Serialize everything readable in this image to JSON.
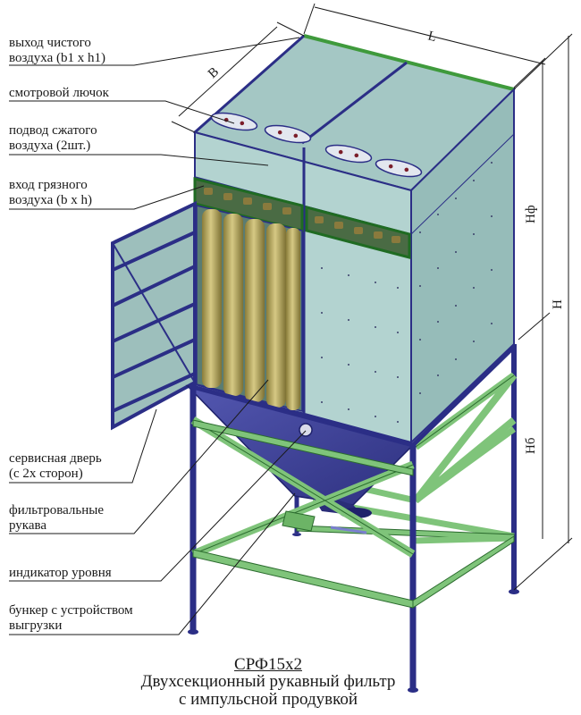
{
  "labels": {
    "clean_air_outlet": [
      "выход чистого",
      "воздуха (b1 x h1)"
    ],
    "inspection_hatch": "смотровой лючок",
    "compressed_air": [
      "подвод сжатого",
      "воздуха (2шт.)"
    ],
    "dirty_air_inlet": [
      "вход грязного",
      "воздуха (b x h)"
    ],
    "service_door": [
      "сервисная дверь",
      "(с 2х сторон)"
    ],
    "filter_bags": [
      "фильтровальные",
      "рукава"
    ],
    "level_indicator": "индикатор уровня",
    "hopper": [
      "бункер с устройством",
      "выгрузки"
    ]
  },
  "dimensions": {
    "width": "B",
    "length": "L",
    "filter_height": "Нф",
    "total_height": "Н",
    "base_height": "Нб"
  },
  "caption": {
    "model": "СРФ15х2",
    "line1": "Двухсекционный рукавный фильтр",
    "line2": "с импульсной продувкой"
  },
  "colors": {
    "housing": "#b3d3d0",
    "housing_dark": "#8fb4b1",
    "frame_blue": "#2b2e86",
    "frame_green": "#7fc47a",
    "filter_bag": "#b7a95e",
    "hopper": "#3b3f9a"
  }
}
